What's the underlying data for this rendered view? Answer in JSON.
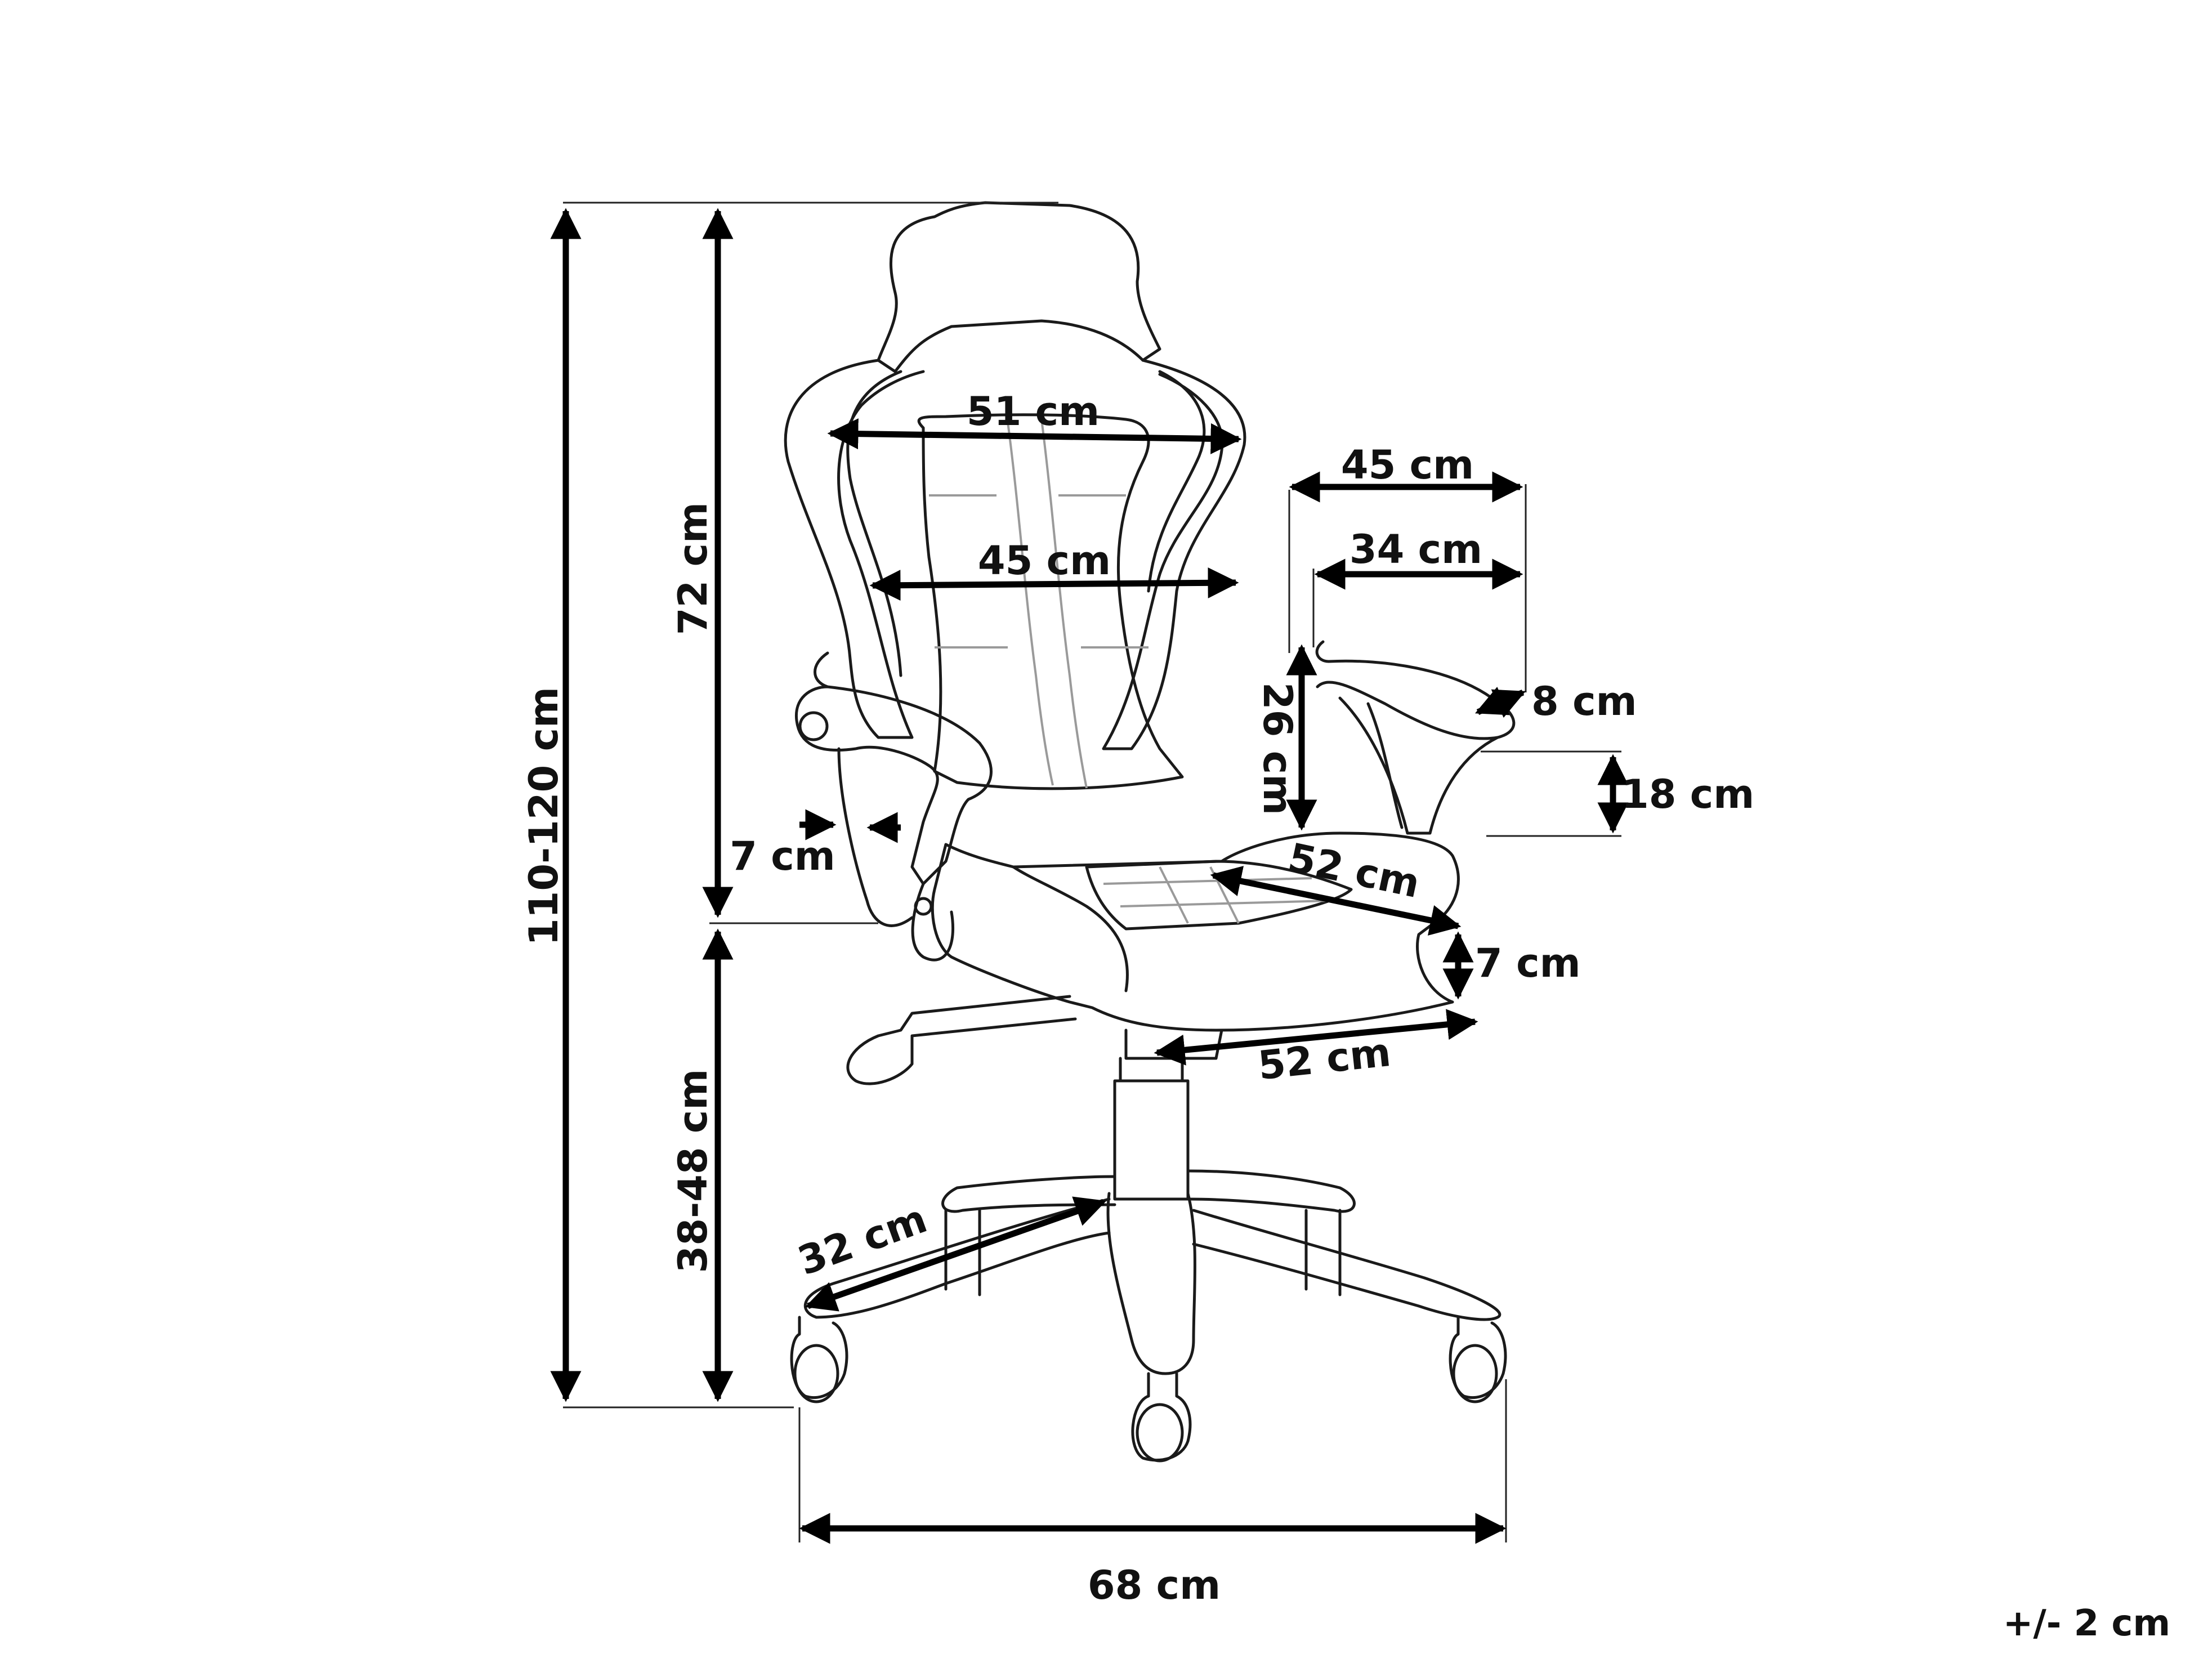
{
  "dimensions": {
    "total_height": "110-120 cm",
    "backrest_height": "72 cm",
    "seat_height": "38-48 cm",
    "backrest_top_width": "51 cm",
    "backrest_lower_width": "45 cm",
    "armrest_length_outer": "45 cm",
    "armrest_length_inner": "34 cm",
    "armrest_height": "26 cm",
    "armrest_width": "8 cm",
    "armrest_depth": "18 cm",
    "armrest_gap": "7 cm",
    "seat_depth": "52 cm",
    "seat_thickness": "7 cm",
    "seat_width": "52 cm",
    "base_leg": "32 cm",
    "base_width": "68 cm"
  },
  "tolerance": "+/- 2 cm",
  "colors": {
    "line": "#1a1a1a",
    "arrow": "#000000",
    "stitch": "#9a9a9a"
  }
}
